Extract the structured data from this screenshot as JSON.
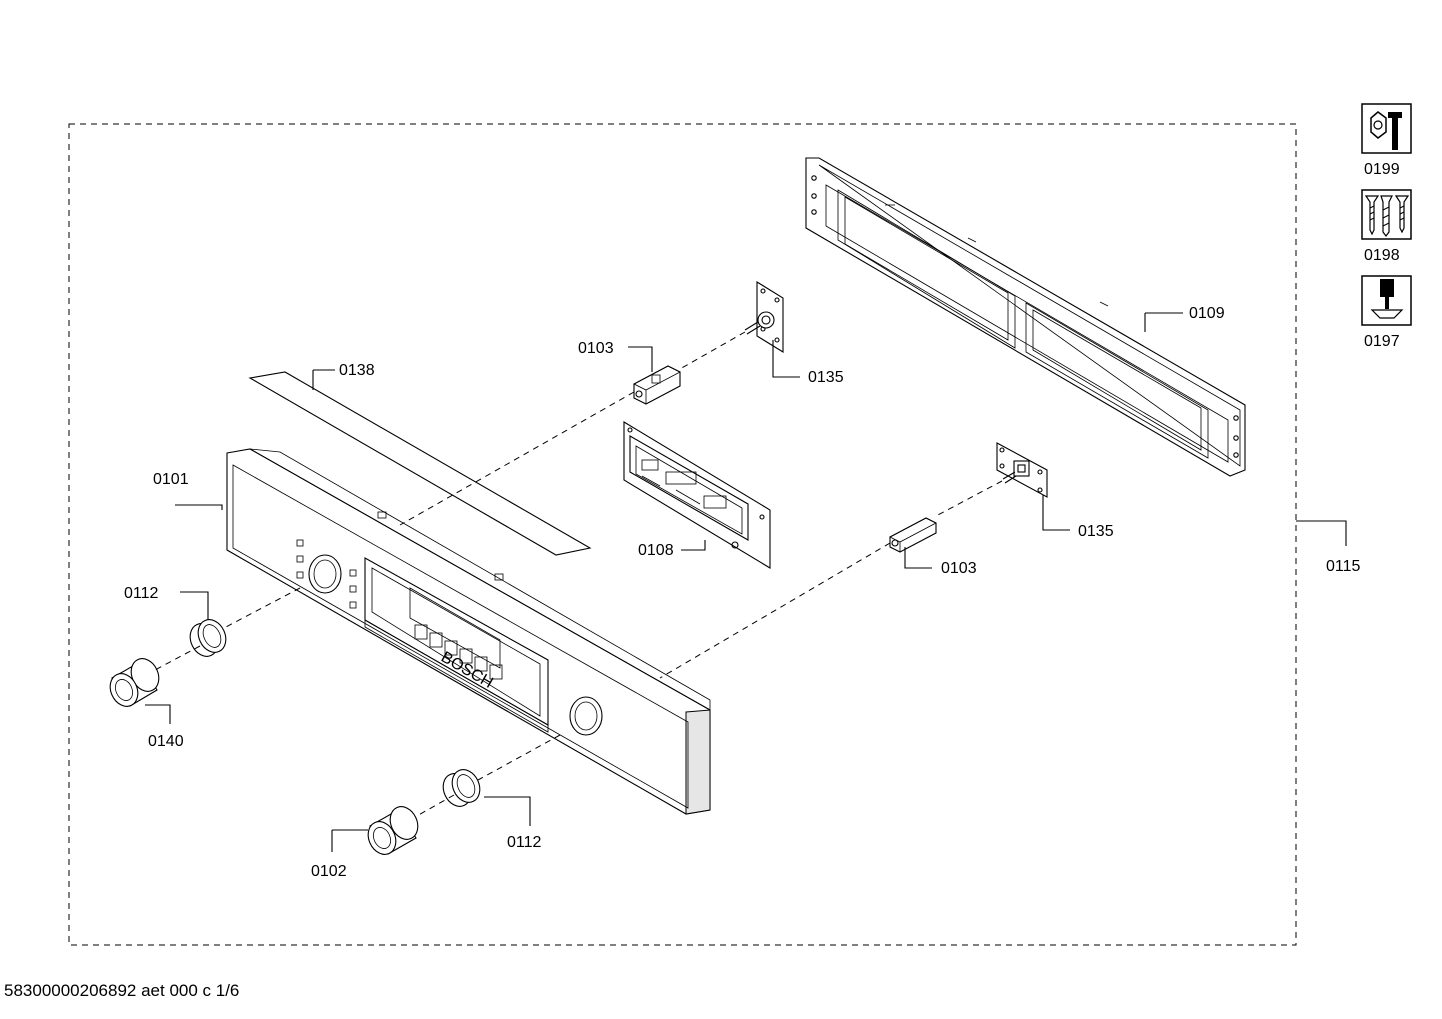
{
  "document_id": "58300000206892 aet 000 c 1/6",
  "labels": {
    "p0101": "0101",
    "p0102": "0102",
    "p0103a": "0103",
    "p0103b": "0103",
    "p0108": "0108",
    "p0109": "0109",
    "p0112a": "0112",
    "p0112b": "0112",
    "p0115": "0115",
    "p0135a": "0135",
    "p0135b": "0135",
    "p0138": "0138",
    "p0140": "0140"
  },
  "legend": [
    {
      "code": "0199",
      "icon": "nut-wrench-icon"
    },
    {
      "code": "0198",
      "icon": "screws-icon"
    },
    {
      "code": "0197",
      "icon": "screwdriver-icon"
    }
  ],
  "brand_text": "BOSCH"
}
